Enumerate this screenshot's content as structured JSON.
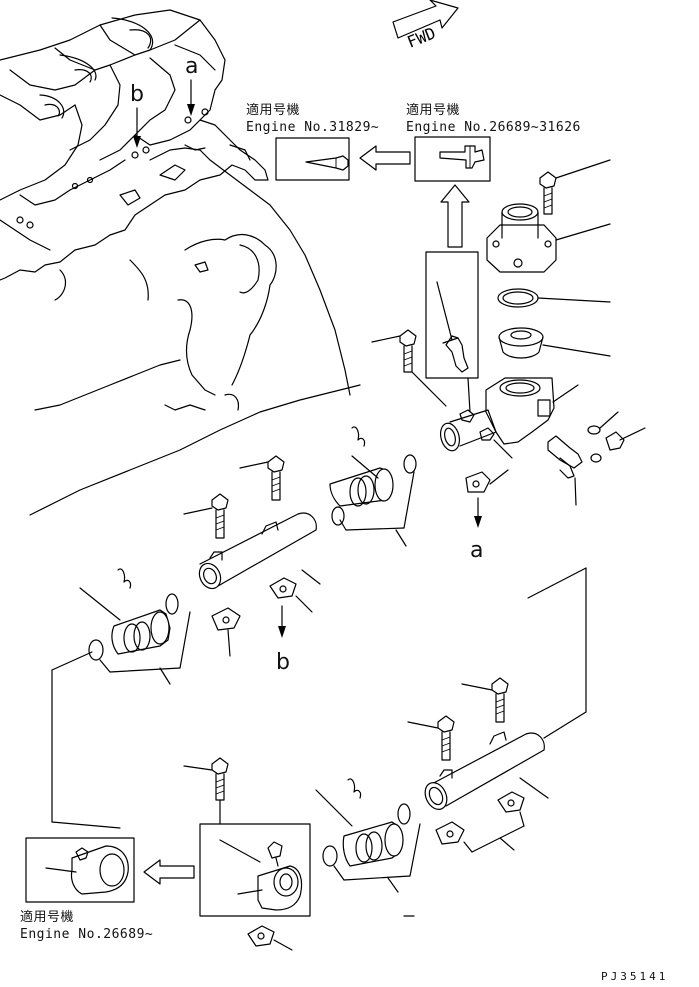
{
  "applicable_label_1": "適用号機",
  "engine_no_1": "Engine No.31829~",
  "applicable_label_2": "適用号機",
  "engine_no_2": "Engine No.26689~31626",
  "applicable_label_3": "適用号機",
  "engine_no_3": "Engine No.26689~",
  "ref_letter_a_top": "a",
  "ref_letter_b_top": "b",
  "ref_letter_a_mid": "a",
  "ref_letter_b_mid": "b",
  "fwd_label": "FWD",
  "drawing_code": "PJ35141"
}
